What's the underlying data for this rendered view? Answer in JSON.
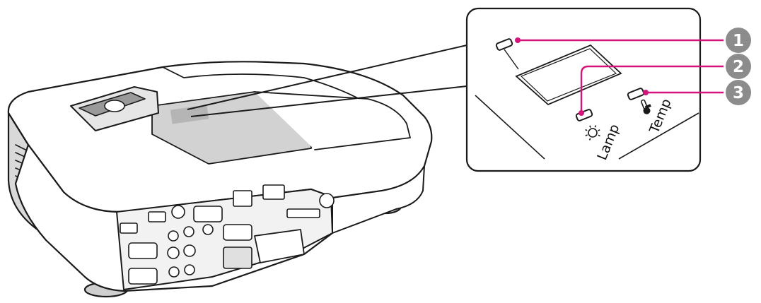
{
  "inset": {
    "lamp_label": "Lamp",
    "temp_label": "Temp"
  },
  "callouts": [
    {
      "number": "1"
    },
    {
      "number": "2"
    },
    {
      "number": "3"
    }
  ],
  "colors": {
    "callout_line": "#d4147a",
    "callout_badge": "#8c8c8c",
    "outline": "#1a1a1a",
    "shadow": "#b5b5b5"
  },
  "icons": [
    "projector-illustration",
    "lamp-icon",
    "thermometer-icon"
  ]
}
